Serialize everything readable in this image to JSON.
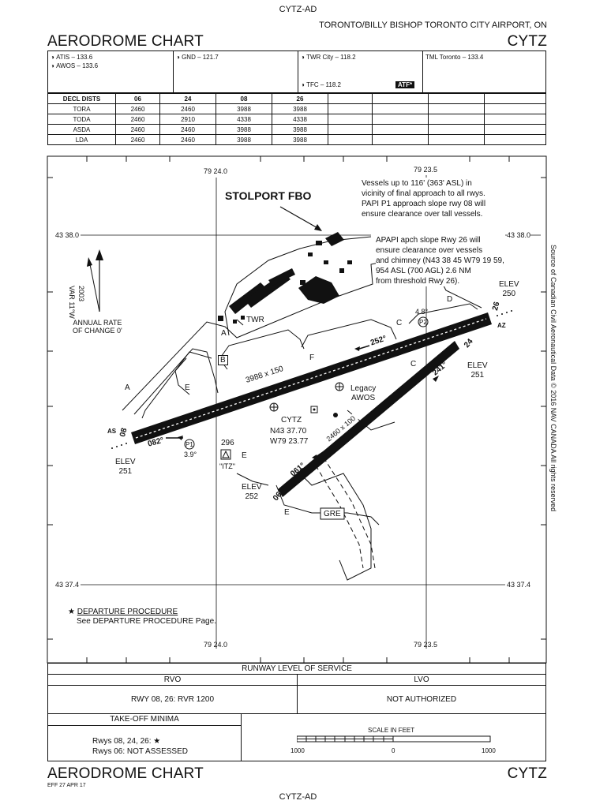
{
  "header": {
    "top_id": "CYTZ-AD",
    "airport_name": "TORONTO/BILLY BISHOP TORONTO CITY AIRPORT, ON",
    "chart_title": "AERODROME CHART",
    "ident": "CYTZ"
  },
  "comms": {
    "atis": "ATIS – 133.6",
    "awos": "AWOS – 133.6",
    "gnd": "GND – 121.7",
    "twr": "TWR City – 118.2",
    "tfc": "TFC – 118.2",
    "atf": "ATF*",
    "tml": "TML Toronto – 133.4"
  },
  "decl_dists": {
    "headers": [
      "DECL DISTS",
      "06",
      "24",
      "08",
      "26"
    ],
    "rows": [
      [
        "TORA",
        "2460",
        "2460",
        "3988",
        "3988"
      ],
      [
        "TODA",
        "2460",
        "2910",
        "4338",
        "4338"
      ],
      [
        "ASDA",
        "2460",
        "2460",
        "3988",
        "3988"
      ],
      [
        "LDA",
        "2460",
        "2460",
        "3988",
        "3988"
      ]
    ]
  },
  "map": {
    "lon_top_left": "79 24.0",
    "lon_top_right": "79 23.5",
    "lon_bottom_left": "79 24.0",
    "lon_bottom_right": "79 23.5",
    "lat_upper_left": "43 38.0",
    "lat_upper_right": "43 38.0",
    "lat_lower_left": "43 37.4",
    "lat_lower_right": "43 37.4",
    "vessels_note": [
      "Vessels up to 116' (363' ASL) in",
      "vicinity of final approach to all rwys.",
      "PAPI P1 approach slope rwy 08 will",
      "ensure clearance over tall vessels."
    ],
    "apapi_note": [
      "APAPI apch slope Rwy 26 will",
      "ensure clearance over vessels",
      "and chimney (N43 38 45 W79 19 59,",
      "954 ASL (700 AGL) 2.6 NM",
      "from threshold Rwy 26)."
    ],
    "fbo_label": "STOLPORT FBO",
    "var_label": "VAR 11°W",
    "var_year": "2003",
    "annual_rate": [
      "ANNUAL RATE",
      "OF CHANGE 0'"
    ],
    "twr_label": "TWR",
    "legacy_awos": [
      "Legacy",
      "AWOS"
    ],
    "cytz_label": "CYTZ",
    "coords": [
      "N43 37.70",
      "W79 23.77"
    ],
    "rwy_main_dims": "3988 x 150",
    "rwy_cross_dims": "2460 x 100",
    "hdg_252": "252°",
    "hdg_082": "082°",
    "hdg_061": "061°",
    "hdg_241": "241°",
    "rwy_08": "08",
    "rwy_26": "26",
    "rwy_06": "06",
    "rwy_24": "24",
    "as_label": "AS",
    "az_label": "AZ",
    "elev_west": [
      "ELEV",
      "251"
    ],
    "elev_south": [
      "ELEV",
      "252"
    ],
    "elev_ne": [
      "ELEV",
      "250"
    ],
    "elev_east": [
      "ELEV",
      "251"
    ],
    "papi_angle_w": "3.9°",
    "papi_angle_e": "4.8°",
    "papi_p1": "P1",
    "papi_p2": "P2",
    "itz_ident": "296",
    "itz_label": "\"ITZ\"",
    "gre_label": "GRE",
    "twy_a": "A",
    "twy_a2": "A",
    "twy_b": "B",
    "twy_c": "C",
    "twy_c2": "C",
    "twy_d": "D",
    "twy_e": "E",
    "twy_e2": "E",
    "twy_e3": "E",
    "twy_f": "F",
    "side_source": "Source of Canadian Civil Aeronautical Data © 2016 NAV CANADA All rights reserved"
  },
  "departure": {
    "title": "DEPARTURE PROCEDURE",
    "text": "See DEPARTURE PROCEDURE Page."
  },
  "service": {
    "title": "RUNWAY LEVEL OF SERVICE",
    "rvo_head": "RVO",
    "lvo_head": "LVO",
    "rvo_val": "RWY 08, 26: RVR 1200",
    "lvo_val": "NOT AUTHORIZED"
  },
  "takeoff": {
    "title": "TAKE-OFF MINIMA",
    "line1": "Rwys 08, 24, 26: ★",
    "line2": "Rwys 06: NOT ASSESSED"
  },
  "scale": {
    "title": "SCALE IN FEET",
    "left": "1000",
    "mid": "0",
    "right": "1000"
  },
  "footer": {
    "title": "AERODROME CHART",
    "eff": "EFF 27 APR 17",
    "ident": "CYTZ",
    "bottom_id": "CYTZ-AD"
  }
}
